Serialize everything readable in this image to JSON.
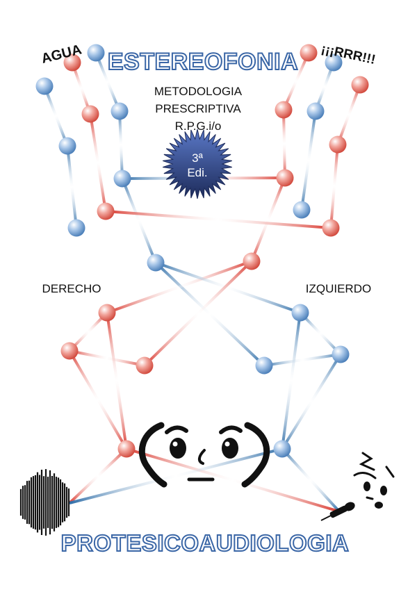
{
  "title": "ESTEREOFONIA",
  "subtitle_lines": [
    "METODOLOGIA",
    "PRESCRIPTIVA",
    "R.P.G.i/o"
  ],
  "badge": [
    "3ª",
    "Edi."
  ],
  "left_shout": "AGUA",
  "right_shout": "¡¡¡RRR!!!",
  "side_labels": {
    "left": "DERECHO",
    "right": "IZQUIERDO"
  },
  "bottom_title": "PROTESICOAUDIOLOGIA",
  "colors": {
    "red": "#d9382e",
    "blue": "#2f6ea8",
    "title_outline": "#3a66a6",
    "badge": "#26356b",
    "ink": "#111111"
  },
  "icons": [
    "face-with-hands-on-ears-icon",
    "sound-wave-icon",
    "microphone-icon",
    "singing-face-icon"
  ]
}
